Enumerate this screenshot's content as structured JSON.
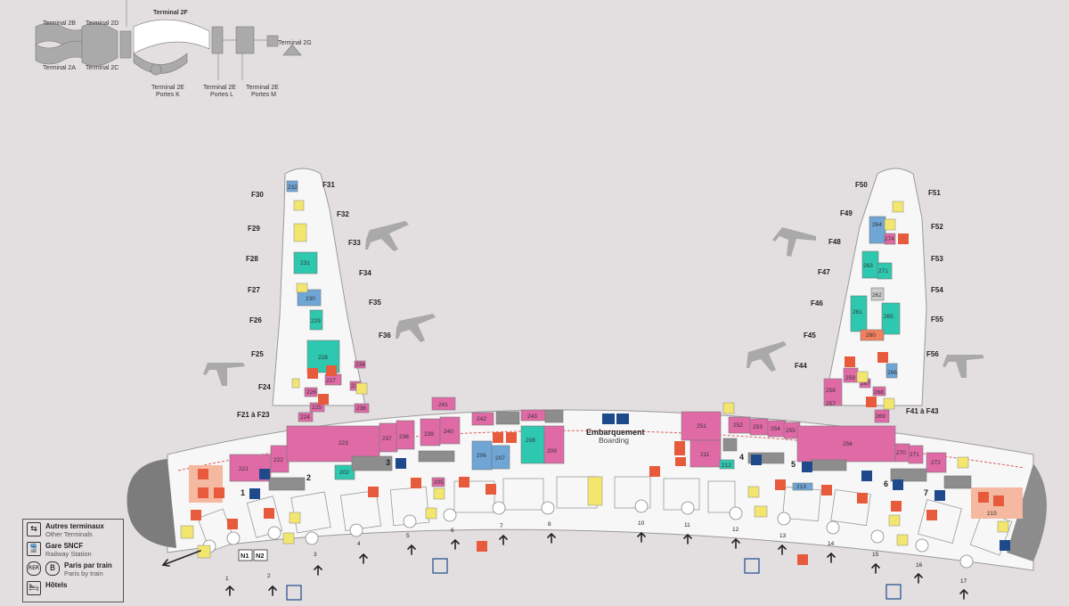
{
  "overview": {
    "terminals": [
      {
        "key": "t2b",
        "label": "Terminal 2B"
      },
      {
        "key": "t2d",
        "label": "Terminal 2D"
      },
      {
        "key": "t2f",
        "label": "Terminal 2F"
      },
      {
        "key": "t2a",
        "label": "Terminal 2A"
      },
      {
        "key": "t2c",
        "label": "Terminal 2C"
      },
      {
        "key": "t2g",
        "label": "Terminal 2G"
      },
      {
        "key": "t2ek",
        "label": "Terminal 2E",
        "sub": "Portes K"
      },
      {
        "key": "t2el",
        "label": "Terminal 2E",
        "sub": "Portes L"
      },
      {
        "key": "t2em",
        "label": "Terminal 2E",
        "sub": "Portes M"
      }
    ]
  },
  "gates": {
    "left_pier": [
      "F30",
      "F31",
      "F32",
      "F29",
      "F33",
      "F28",
      "F34",
      "F27",
      "F35",
      "F26",
      "F36",
      "F25",
      "F24",
      "F21 à F23"
    ],
    "right_pier": [
      "F50",
      "F51",
      "F49",
      "F52",
      "F48",
      "F53",
      "F47",
      "F54",
      "F46",
      "F55",
      "F45",
      "F56",
      "F44",
      "F41 à F43"
    ]
  },
  "shops": {
    "left_pier": [
      "232",
      "231",
      "230",
      "229",
      "228",
      "234",
      "227",
      "226",
      "235",
      "236",
      "225",
      "224"
    ],
    "right_pier": [
      "264",
      "274",
      "263",
      "271",
      "262",
      "261",
      "265",
      "260",
      "266",
      "258",
      "259",
      "267",
      "268",
      "257",
      "269"
    ],
    "main": [
      "241",
      "242",
      "243",
      "221",
      "222",
      "223",
      "237",
      "238",
      "239",
      "240",
      "202",
      "206",
      "207",
      "208",
      "209",
      "251",
      "211",
      "252",
      "253",
      "254",
      "255",
      "256",
      "270",
      "271",
      "272",
      "212",
      "213",
      "215",
      "205"
    ]
  },
  "boarding": {
    "fr": "Embarquement",
    "en": "Boarding"
  },
  "zones": [
    "1",
    "2",
    "3",
    "4",
    "5",
    "6",
    "7"
  ],
  "doors": [
    "1",
    "2",
    "3",
    "4",
    "5",
    "6",
    "7",
    "8",
    "10",
    "11",
    "12",
    "13",
    "14",
    "15",
    "16",
    "17"
  ],
  "bus": [
    "N1",
    "N2"
  ],
  "legend": [
    {
      "icon": "⇆",
      "fr": "Autres terminaux",
      "en": "Other Terminals"
    },
    {
      "icon": "🚆",
      "fr": "Gare SNCF",
      "en": "Railway Station"
    },
    {
      "icon": "B",
      "icon_pre": "RER",
      "fr": "Paris par train",
      "en": "Paris by train"
    },
    {
      "icon": "🛏",
      "fr": "Hôtels",
      "en": ""
    }
  ],
  "colors": {
    "shop_pink": "#e06aa6",
    "shop_teal": "#2ec8b0",
    "shop_blue": "#6fa6d6",
    "info_red": "#e85a3c",
    "sign_yellow": "#f3e66e",
    "gray_block": "#8d8d8d",
    "terminal_white": "#f7f7f7",
    "plane": "#a9a9a9"
  }
}
